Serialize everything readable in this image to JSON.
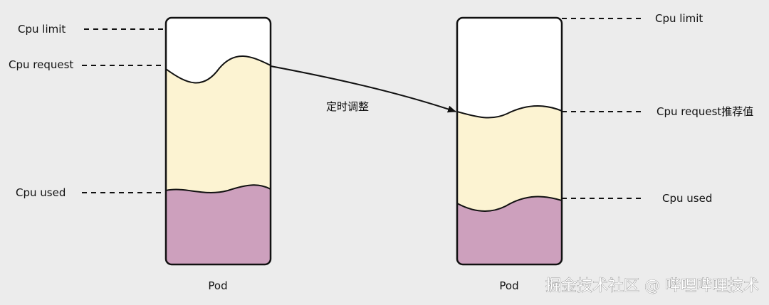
{
  "colors": {
    "background": "#ececec",
    "requested": "#fcf3d2",
    "used": "#cda0bd",
    "empty": "#ffffff",
    "outline": "#111111"
  },
  "left_pod": {
    "name": "Pod",
    "labels": {
      "limit": "Cpu limit",
      "request": "Cpu request",
      "used": "Cpu used"
    }
  },
  "right_pod": {
    "name": "Pod",
    "labels": {
      "limit": "Cpu limit",
      "request": "Cpu request推荐值",
      "used": "Cpu used"
    }
  },
  "arrow_label": "定时调整",
  "watermark": "掘金技术社区 @ 哔哩哔哩技术"
}
